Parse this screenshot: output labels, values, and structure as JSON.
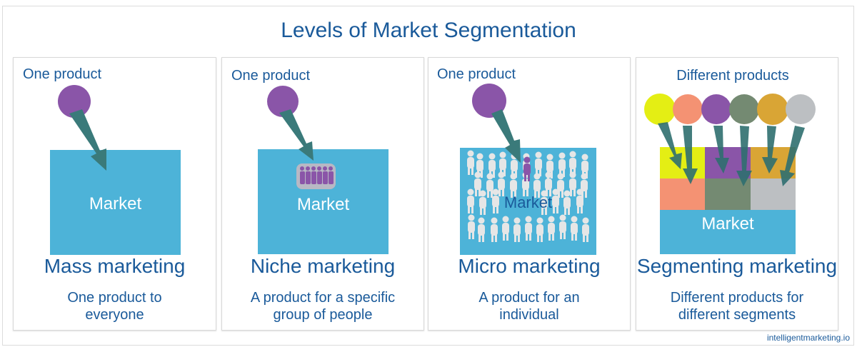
{
  "title": "Levels of Market Segmentation",
  "colors": {
    "text": "#1a5a9a",
    "market": "#4db3d8",
    "arrow": "#3a7a7a",
    "product_purple": "#8a55a8"
  },
  "panels": [
    {
      "product_label": "One product",
      "market_label": "Market",
      "label": "Mass marketing",
      "desc_line1": "One product  to",
      "desc_line2": "everyone"
    },
    {
      "product_label": "One product",
      "market_label": "Market",
      "label": "Niche marketing",
      "desc_line1": "A product for a specific",
      "desc_line2": "group of people"
    },
    {
      "product_label": "One product",
      "market_label": "Market",
      "label": "Micro marketing",
      "desc_line1": "A product for an",
      "desc_line2": "individual"
    },
    {
      "product_label": "Different products",
      "market_label": "Market",
      "label": "Segmenting marketing",
      "desc_line1": "Different products for",
      "desc_line2": "different segments",
      "product_colors": [
        "#e4ee14",
        "#f49273",
        "#8a55a8",
        "#748a72",
        "#d9a535",
        "#bcbfc2"
      ]
    }
  ],
  "footer": "intelligentmarketing.io"
}
